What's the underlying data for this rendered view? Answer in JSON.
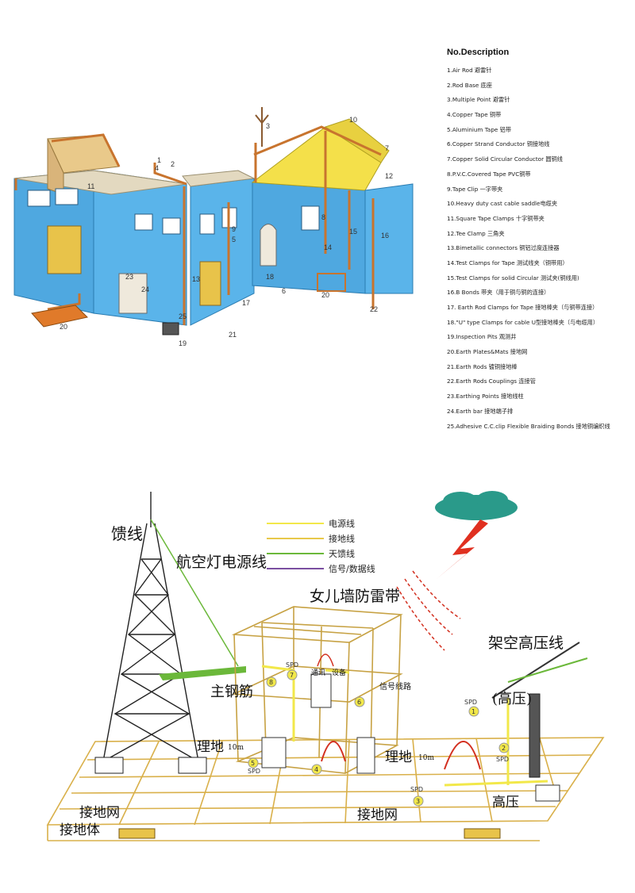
{
  "description": {
    "title": "No.Description",
    "items": [
      "1.Air Rod 避雷针",
      "2.Rod Base 底座",
      "3.Multiple Point 避雷针",
      "4.Copper Tape 铜带",
      "5.Aluminium Tape 铝带",
      "6.Copper Strand Conductor 铜接地线",
      "7.Copper Solid Circular Conductor 圆铜线",
      "8.P.V.C.Covered Tape PVC铜带",
      "9.Tape Clip 一字带夹",
      "10.Heavy duty cast cable saddle电缆夹",
      "11.Square Tape Clamps 十字铜带夹",
      "12.Tee Clamp 三角夹",
      "13.Bimetallic connectors 铜铝过度连接器",
      "14.Test Clamps for Tape 测试线夹（铜带用）",
      "15.Test Clamps for solid Circular 测试夹(铜线用)",
      "16.B Bonds 带夹（用于铜与铜的连接）",
      "17. Earth Rod Clamps for Tape 接地棒夹（与铜带连接）",
      "18.\"U\" type Clamps for cable  U型接地棒夹（与电缆用）",
      "19.Inspection Pits 观测井",
      "20.Earth Plates&Mats 接地网",
      "21.Earth Rods 镀铜接地棒",
      "22.Earth Rods Couplings 连接管",
      "23.Earthing Points 接地线柱",
      "24.Earth bar 接地端子排",
      "25.Adhesive C.C.clip Flexible Braiding Bonds 接地铜编织线"
    ]
  },
  "building": {
    "callouts": [
      "1",
      "2",
      "3",
      "4",
      "5",
      "6",
      "7",
      "8",
      "9",
      "10",
      "11",
      "12",
      "13",
      "14",
      "15",
      "16",
      "17",
      "18",
      "19",
      "20",
      "20",
      "21",
      "22",
      "23",
      "24",
      "25"
    ]
  },
  "legend": {
    "items": [
      {
        "label": "电源线",
        "color": "#f2e84a"
      },
      {
        "label": "接地线",
        "color": "#e8c94a"
      },
      {
        "label": "天馈线",
        "color": "#6bb83a"
      },
      {
        "label": "信号/数据线",
        "color": "#7a4fa0"
      }
    ]
  },
  "network": {
    "feeder": "馈线",
    "aviation_light": "航空灯电源线",
    "parapet": "女儿墙防雷带",
    "main_rebar": "主钢筋",
    "telecom": "通讯",
    "equipment": "设备",
    "signal_line": "信号线路",
    "overhead_hv": "架空高压线",
    "hv_bracket": "(高压)",
    "grounding_left": "理地",
    "grounding_right": "理地",
    "dist_left": "10m",
    "dist_right": "10m",
    "grid_left": "接地网",
    "grid_mid": "接地网",
    "ground_body": "接地体",
    "hv": "高压",
    "spd": "SPD",
    "spd_numbers": [
      "1",
      "2",
      "3",
      "4",
      "5",
      "6",
      "7",
      "8"
    ]
  },
  "colors": {
    "wall": "#4fa8e0",
    "roof": "#f4e04a",
    "copper": "#c8742e",
    "ground_grid": "#d9b04a",
    "lightning": "#e03020",
    "cloud": "#2a9a8a"
  }
}
